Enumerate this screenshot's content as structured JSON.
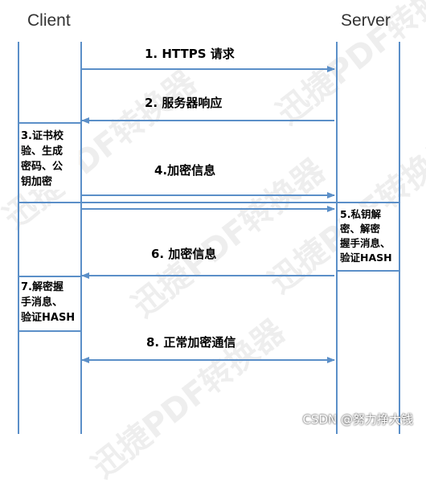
{
  "headers": {
    "client": "Client",
    "server": "Server"
  },
  "messages": [
    "1. HTTPS 请求",
    "2. 服务器响应",
    "4.加密信息",
    "6. 加密信息",
    "8. 正常加密通信"
  ],
  "client_box_1": [
    "3.证书校",
    "验、生成",
    "密码、公",
    "钥加密"
  ],
  "server_box": [
    "5.私钥解",
    "密、解密",
    "握手消息、",
    "验证HASH"
  ],
  "client_box_2": [
    "7.解密握",
    "手消息、",
    "验证HASH"
  ],
  "watermark": "迅捷PDF转换器",
  "credit": "CSDN @努力挣大钱",
  "colors": {
    "line": "#5b8fc8",
    "text": "#000000"
  }
}
